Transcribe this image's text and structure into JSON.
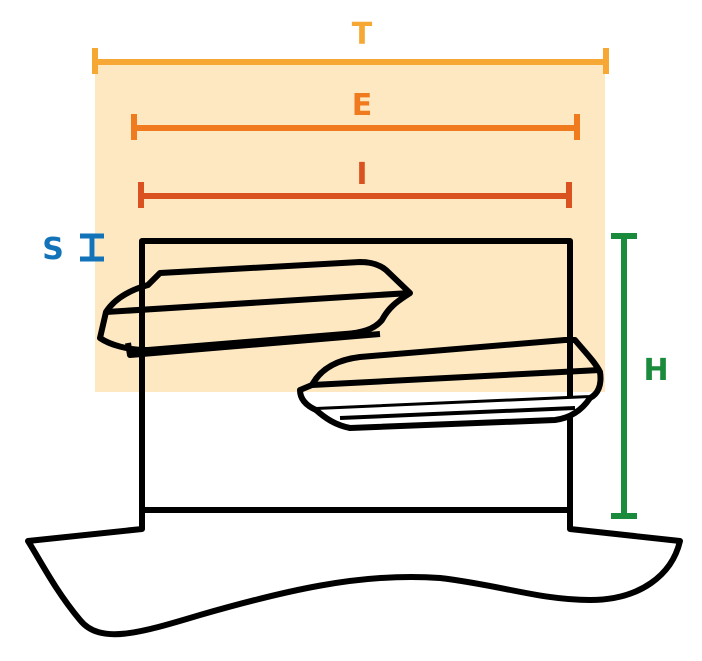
{
  "colors": {
    "highlight": "#FDE8C2",
    "outline": "#000000",
    "T": "#F7A734",
    "E": "#F07A1E",
    "I": "#D9521F",
    "S": "#1273B9",
    "H": "#1A8A3C"
  },
  "dimensions": {
    "T": {
      "label": "T"
    },
    "E": {
      "label": "E"
    },
    "I": {
      "label": "I"
    },
    "S": {
      "label": "S"
    },
    "H": {
      "label": "H"
    }
  }
}
